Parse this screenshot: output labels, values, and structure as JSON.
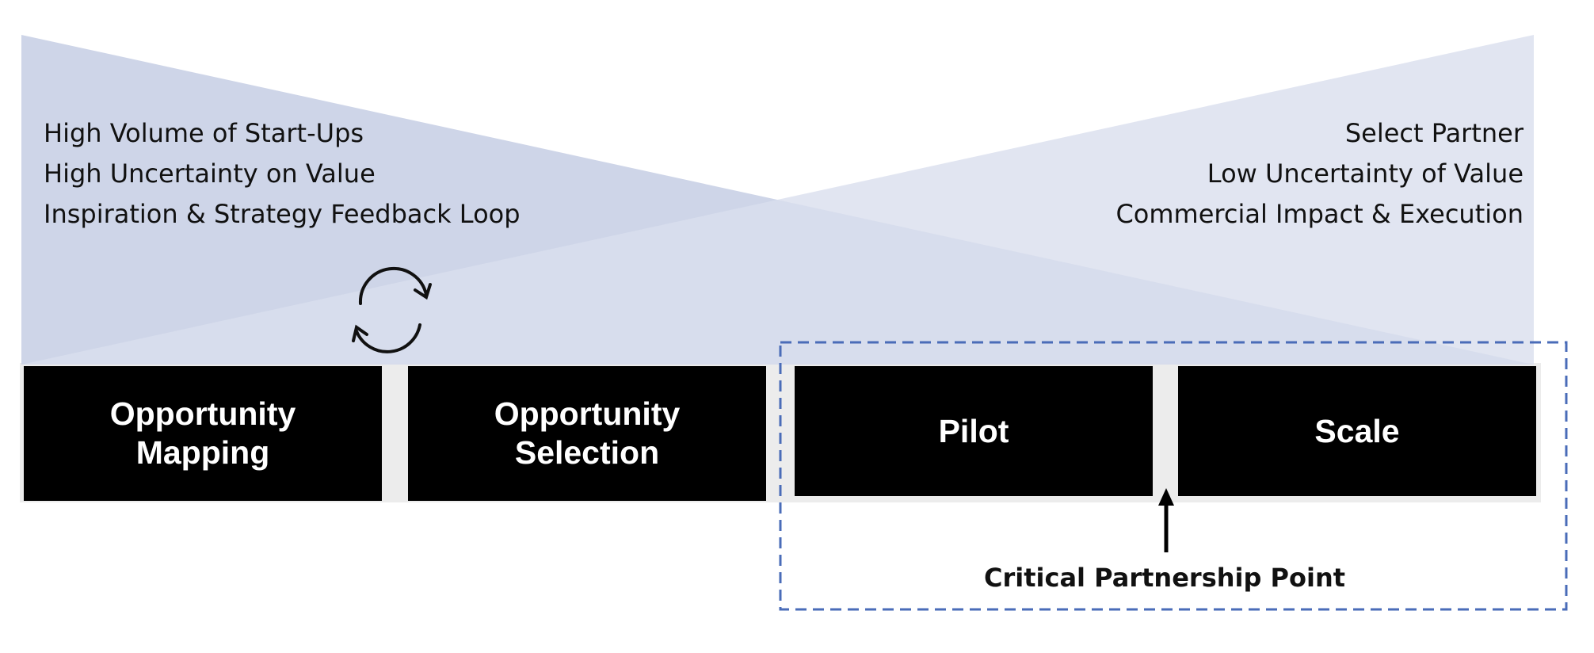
{
  "left_text": {
    "lines": [
      "High Volume of Start-Ups",
      "High Uncertainty on Value",
      "Inspiration & Strategy Feedback Loop"
    ]
  },
  "right_text": {
    "lines": [
      "Select Partner",
      "Low Uncertainty of Value",
      "Commercial Impact & Execution"
    ]
  },
  "phases": [
    {
      "line1": "Opportunity",
      "line2": "Mapping"
    },
    {
      "line1": "Opportunity",
      "line2": "Selection"
    },
    {
      "line1": "Pilot",
      "line2": ""
    },
    {
      "line1": "Scale",
      "line2": ""
    }
  ],
  "callout": {
    "label": "Critical Partnership Point"
  },
  "icons": {
    "feedback_loop": "refresh-cycle-icon",
    "pointer": "up-arrow-icon"
  },
  "colors": {
    "funnel_left": "#c9d0e6",
    "funnel_right": "#d9deee",
    "phase_fill": "#000000",
    "phase_text": "#ffffff",
    "dashed_border": "#4a6cb8",
    "phase_backdrop": "#ececec"
  }
}
